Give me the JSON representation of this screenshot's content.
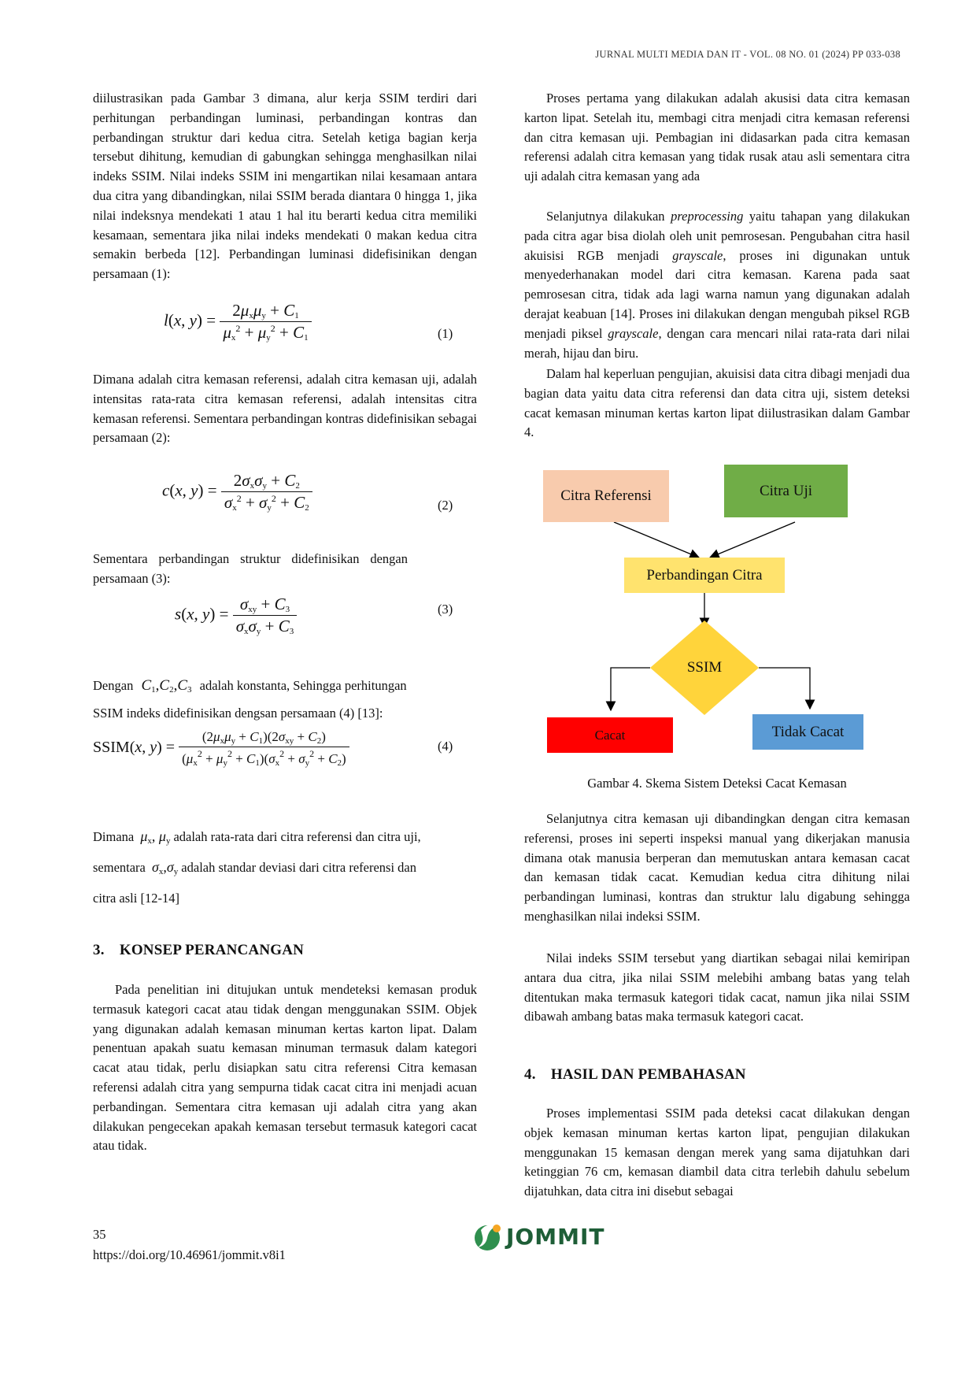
{
  "header": {
    "running_title": "JURNAL MULTI MEDIA DAN IT - VOL. 08 NO. 01 (2024) PP 033-038"
  },
  "left": {
    "p1": "diilustrasikan pada Gambar 3 dimana, alur kerja SSIM terdiri dari perhitungan perbandingan luminasi, perbandingan kontras dan perbandingan struktur dari kedua citra. Setelah ketiga bagian kerja tersebut dihitung, kemudian di gabungkan sehingga menghasilkan nilai indeks SSIM. Nilai indeks SSIM ini mengartikan nilai kesamaan antara dua citra yang dibandingkan, nilai SSIM berada diantara 0 hingga 1, jika nilai indeksnya mendekati 1 atau 1 hal itu berarti kedua citra memiliki kesamaan, sementara jika nilai indeks mendekati 0 makan kedua citra semakin berbeda [12]. Perbandingan luminasi didefisinikan dengan persamaan (1):",
    "eq1_num": "(1)",
    "p2": "Dimana adalah citra kemasan referensi, adalah citra kemasan uji, adalah intensitas rata-rata citra kemasan referensi, adalah intensitas citra kemasan referensi. Sementara perbandingan kontras didefinisikan sebagai persamaan (2):",
    "eq2_num": "(2)",
    "p3": "Sementara perbandingan struktur didefinisikan dengan persamaan (3):",
    "eq3_num": "(3)",
    "p4_a": "Dengan",
    "p4_b": "adalah konstanta, Sehingga perhitungan",
    "p4_c": "SSIM indeks didefinisikan dengsan persamaan (4) [13]:",
    "eq4_num": "(4)",
    "p5_a": "Dimana",
    "p5_b": "adalah rata-rata dari citra referensi dan citra uji,",
    "p5_c": "sementara",
    "p5_d": "adalah standar deviasi dari citra referensi dan",
    "p5_e": "citra asli [12-14]",
    "section3": "3. KONSEP PERANCANGAN",
    "p6": "Pada penelitian ini ditujukan untuk mendeteksi kemasan produk termasuk kategori cacat atau tidak dengan menggunakan SSIM. Objek yang digunakan adalah kemasan minuman kertas karton lipat. Dalam penentuan apakah suatu kemasan minuman termasuk dalam kategori cacat atau tidak, perlu disiapkan satu citra referensi Citra kemasan referensi adalah citra yang sempurna tidak cacat citra ini menjadi acuan perbandingan. Sementara citra kemasan uji adalah citra yang akan dilakukan pengecekan apakah kemasan tersebut termasuk kategori cacat atau tidak."
  },
  "right": {
    "p1": "Proses pertama yang dilakukan adalah akusisi data citra kemasan karton lipat. Setelah itu, membagi citra menjadi citra kemasan referensi dan citra kemasan uji. Pembagian ini didasarkan pada citra kemasan referensi adalah citra kemasan yang tidak rusak atau asli sementara citra uji adalah citra kemasan yang ada",
    "p2_a": "Selanjutnya dilakukan",
    "p2_b": "preprocessing",
    "p2_c": "yaitu tahapan yang dilakukan pada citra agar bisa diolah oleh unit pemrosesan. Pengubahan citra hasil akuisisi RGB menjadi",
    "p2_d": "grayscale",
    "p2_e": ", proses ini digunakan untuk menyederhanakan model dari citra kemasan. Karena pada saat pemrosesan citra, tidak ada lagi warna namun yang digunakan adalah derajat keabuan [14]. Proses ini dilakukan dengan mengubah piksel RGB menjadi piksel",
    "p2_f": "grayscale",
    "p2_g": ", dengan cara mencari nilai rata-rata dari nilai merah, hijau dan biru.",
    "p3": "Dalam hal keperluan pengujian, akuisisi data citra dibagi menjadi dua bagian data yaitu data citra referensi dan data citra uji, sistem deteksi cacat kemasan minuman kertas karton lipat diilustrasikan dalam Gambar 4.",
    "figure": {
      "box_ref": "Citra Referensi",
      "box_uji": "Citra Uji",
      "box_banding": "Perbandingan Citra",
      "diamond": "SSIM",
      "box_cacat": "Cacat",
      "box_tidak": "Tidak Cacat",
      "caption": "Gambar 4. Skema Sistem Deteksi Cacat Kemasan",
      "colors": {
        "ref": "#F8CBAD",
        "uji": "#70AD47",
        "banding": "#FFE36E",
        "ssim": "#FFD43B",
        "cacat": "#FF0000",
        "tidak": "#5B9BD5"
      }
    },
    "p4": "Selanjutnya citra kemasan uji dibandingkan dengan citra kemasan referensi, proses ini seperti inspeksi manual yang dikerjakan manusia dimana otak manusia berperan dan memutuskan antara kemasan cacat dan kemasan tidak cacat. Kemudian kedua citra dihitung nilai perbandingan luminasi, kontras dan struktur lalu digabung sehingga menghasilkan nilai indeksi SSIM.",
    "p5": "Nilai indeks SSIM tersebut yang diartikan sebagai nilai kemiripan antara dua citra, jika nilai SSIM melebihi ambang batas yang telah ditentukan maka termasuk kategori tidak cacat, namun jika nilai SSIM dibawah ambang batas maka termasuk kategori cacat.",
    "section4": "4. HASIL DAN PEMBAHASAN",
    "p6": "Proses implementasi SSIM pada deteksi cacat dilakukan dengan objek kemasan minuman kertas karton lipat, pengujian dilakukan menggunakan 15 kemasan dengan merek yang sama dijatuhkan dari ketinggian 76 cm, kemasan diambil data citra terlebih dahulu sebelum dijatuhkan, data citra ini disebut sebagai"
  },
  "footer": {
    "page_number": "35",
    "doi": "https://doi.org/10.46961/jommit.v8i1",
    "logo_text": "JOMMIT"
  }
}
